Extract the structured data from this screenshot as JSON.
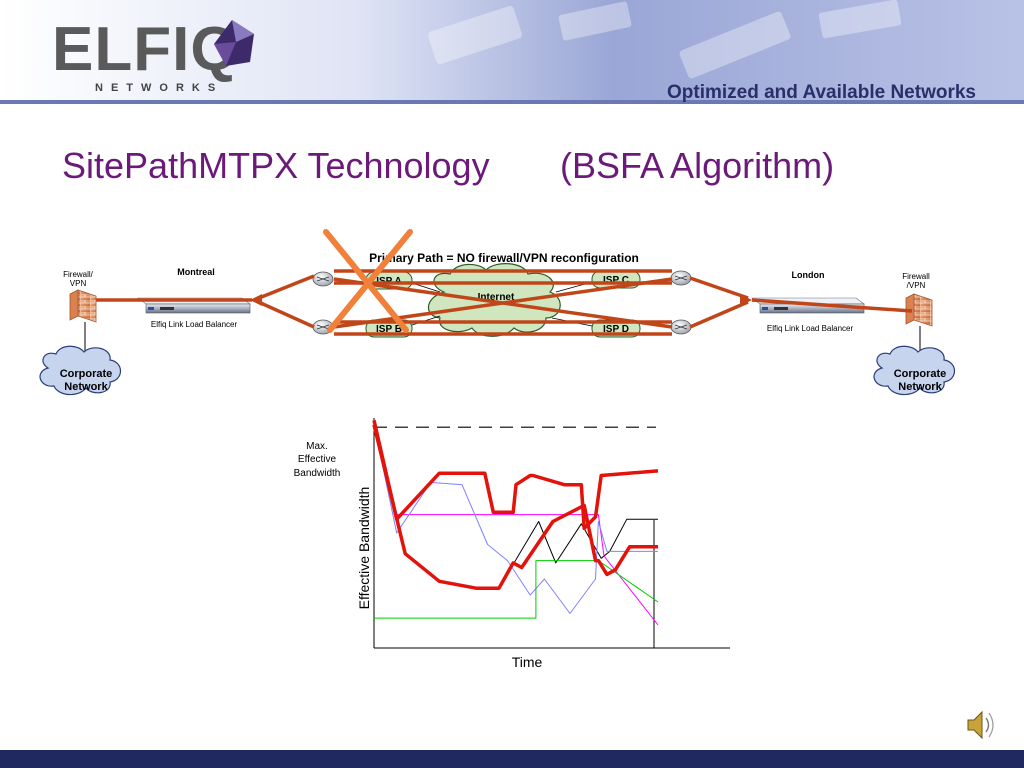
{
  "colors": {
    "title": "#6b1a7a",
    "accent_red": "#e3120b",
    "path_brown": "#c0461a",
    "cross_orange": "#f0803a",
    "cloud_blue": "#c6d4ee",
    "cloud_green": "#cfe6bf",
    "footer_navy": "#202a60"
  },
  "header": {
    "logo_main": "ELFIQ",
    "logo_sub": "NETWORKS",
    "tagline": "Optimized and Available Networks"
  },
  "title": {
    "part1": "SitePathMTPX Technology",
    "part2": "(BSFA Algorithm)"
  },
  "diagram": {
    "primary_path": "Primary Path = NO firewall/VPN reconfiguration",
    "left_site": {
      "name": "Montreal",
      "firewall": [
        "Firewall/",
        "VPN"
      ],
      "balancer": "Elfiq Link Load Balancer",
      "network": [
        "Corporate",
        "Network"
      ]
    },
    "right_site": {
      "name": "London",
      "firewall": [
        "Firewall",
        "/VPN"
      ],
      "balancer": "Elfiq Link Load Balancer",
      "network": [
        "Corporate",
        "Network"
      ]
    },
    "internet": "Internet",
    "isps": [
      "ISP A",
      "ISP B",
      "ISP C",
      "ISP D"
    ]
  },
  "chart_data": {
    "type": "line",
    "xlabel": "Time",
    "ylabel": "Effective Bandwidth",
    "reference_line": [
      "Max.",
      "Effective",
      "Bandwidth"
    ],
    "max_reference": 96,
    "xlim": [
      0,
      100
    ],
    "ylim": [
      0,
      100
    ],
    "series": [
      {
        "color": "#e3120b",
        "role": "thick",
        "x": [
          0,
          11,
          23,
          36,
          44,
          49,
          52,
          63,
          74,
          78,
          79,
          82,
          85,
          90,
          100
        ],
        "y": [
          97,
          41,
          29,
          26,
          26,
          37,
          35,
          55,
          62,
          38,
          38,
          32,
          34,
          44,
          44
        ]
      },
      {
        "color": "#e3120b",
        "role": "thick",
        "x": [
          0,
          8,
          23,
          39,
          42,
          49,
          50,
          55,
          56,
          67,
          73,
          74,
          78,
          80,
          100
        ],
        "y": [
          99,
          56,
          76,
          76,
          59,
          59,
          71,
          75,
          75,
          71,
          71,
          52,
          57,
          75,
          77
        ]
      },
      {
        "color": "#000000",
        "role": "thin",
        "x": [
          0,
          11,
          23,
          36,
          44,
          58,
          64,
          73,
          80,
          83,
          89,
          100
        ],
        "y": [
          97,
          41,
          29,
          26,
          26,
          55,
          37,
          54,
          39,
          42,
          56,
          56
        ]
      },
      {
        "color": "#ff00ff",
        "role": "thin",
        "x": [
          0,
          8,
          79,
          81,
          100
        ],
        "y": [
          99,
          58,
          58,
          40,
          10
        ]
      },
      {
        "color": "#8080ff",
        "role": "thin",
        "x": [
          0,
          8,
          20,
          31,
          40,
          47,
          55,
          60,
          69,
          78,
          79,
          82,
          100
        ],
        "y": [
          97,
          50,
          72,
          71,
          45,
          38,
          23,
          30,
          15,
          30,
          55,
          42,
          42
        ]
      },
      {
        "color": "#00cc00",
        "role": "thin",
        "x": [
          0,
          57,
          57,
          79,
          79,
          100
        ],
        "y": [
          13,
          13,
          38,
          38,
          38,
          20
        ]
      }
    ]
  },
  "sound": {
    "icon": "speaker-icon"
  }
}
